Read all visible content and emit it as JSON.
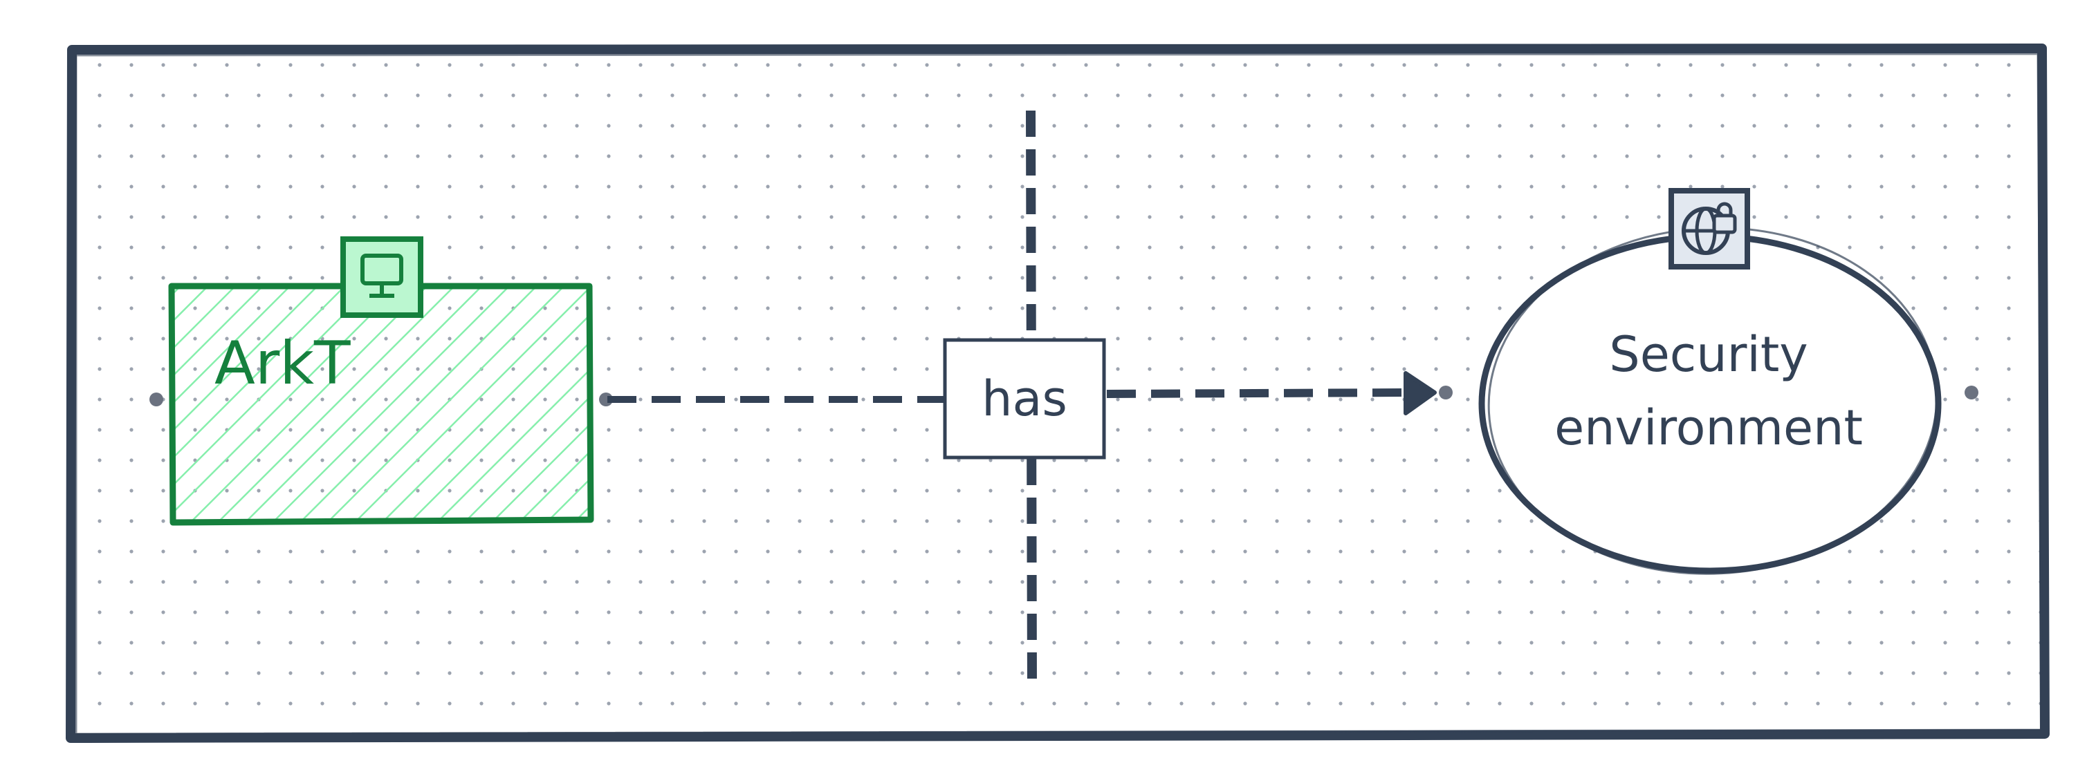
{
  "diagram": {
    "colors": {
      "frame": "#334155",
      "grid_dot": "#9ca3af",
      "node_a_stroke": "#15803d",
      "node_a_fill": "#86efac",
      "node_b_stroke": "#334155",
      "edge": "#334155",
      "badge_a_fill": "#bbf7d0",
      "badge_b_fill": "#e2e8f0"
    },
    "nodes": [
      {
        "id": "a",
        "label": "ArkT",
        "shape": "rectangle",
        "icon": "monitor-icon"
      },
      {
        "id": "b",
        "label_lines": [
          "Security",
          "environment"
        ],
        "shape": "ellipse",
        "icon": "globe-lock-icon"
      }
    ],
    "edge": {
      "from": "a",
      "to": "b",
      "label": "has",
      "style": "dashed"
    }
  }
}
